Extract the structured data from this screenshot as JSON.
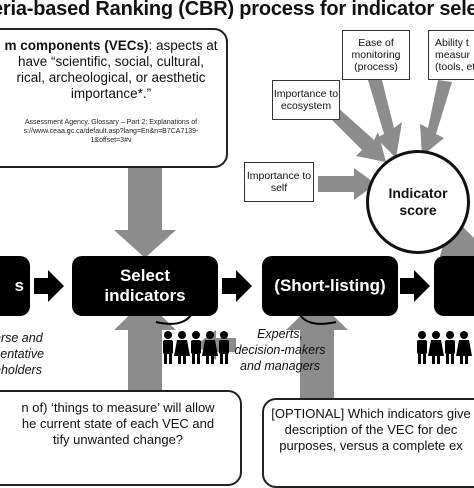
{
  "title": "eria-based Ranking (CBR) process for indicator selec",
  "vec": {
    "heading": "m components (VECs)",
    "body": ": aspects at have “scientific, social, cultural, rical, archeological, or aesthetic importance*.”",
    "reference_line1": "Assessment Agency. Glossary – Part 2: Explanations of",
    "reference_line2": "s://www.ceaa.gc.ca/default.asp?lang=En&n=B7CA7139-",
    "reference_line3": "1&offset=3#v"
  },
  "criteria": {
    "ease": "Ease of monitoring (process)",
    "ability": "Ability t measur (tools, et",
    "ecosystem": "Importance to ecosystem",
    "self": "Importance to self"
  },
  "indicator_score": {
    "line1": "Indicator",
    "line2": "score"
  },
  "steps": {
    "left": "s",
    "select_line1": "Select",
    "select_line2": "indicators",
    "shortlist": "(Short-listing)"
  },
  "stakeholders_left": {
    "line1": "erse and",
    "line2": "sentative",
    "line3": "eholders"
  },
  "experts": {
    "line1": "Experts,",
    "line2": "decision-makers",
    "line3": "and managers"
  },
  "question_left": {
    "line1": "n of) ‘things to measure’ will allow",
    "line2": "he current state of each VEC and",
    "line3": "tify unwanted change?"
  },
  "question_right": {
    "line1": "[OPTIONAL] Which indicators give",
    "line2": "description of the VEC for dec",
    "line3": "purposes, versus a complete ex"
  },
  "colors": {
    "gray_arrow": "#8c8c8c",
    "black": "#000000"
  }
}
